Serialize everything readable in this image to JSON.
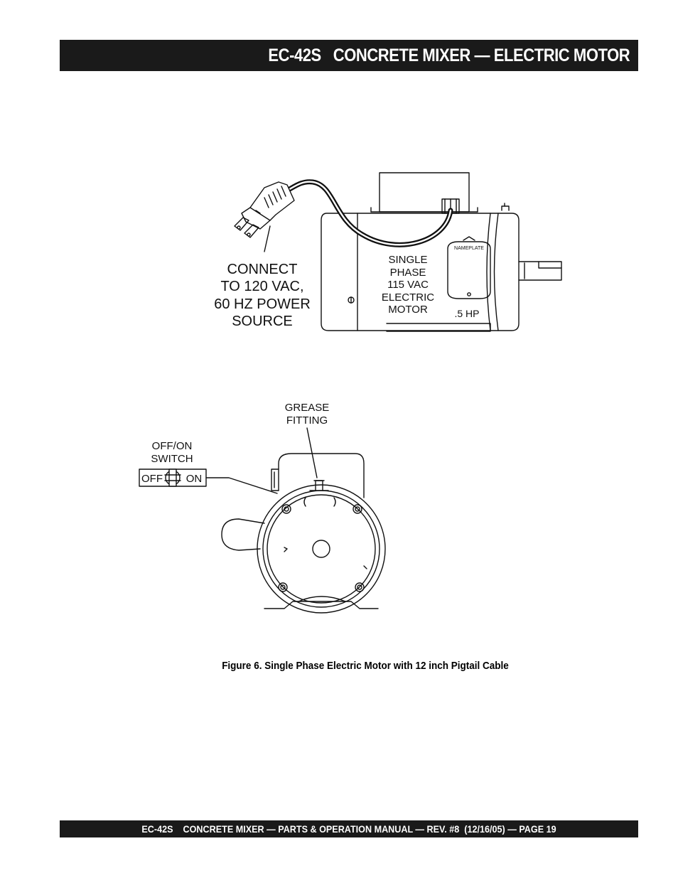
{
  "header": {
    "title": "EC-42S   CONCRETE MIXER — ELECTRIC MOTOR"
  },
  "figure_top": {
    "connect_label": [
      "CONNECT",
      "TO 120 VAC,",
      "60 HZ POWER",
      "SOURCE"
    ],
    "motor_label": [
      "SINGLE",
      "PHASE",
      "115 VAC",
      "ELECTRIC",
      "MOTOR"
    ],
    "nameplate": "NAMEPLATE",
    "hp": ".5 HP"
  },
  "figure_bottom": {
    "grease_label": [
      "GREASE",
      "FITTING"
    ],
    "switch_label": [
      "OFF/ON",
      "SWITCH"
    ],
    "off": "OFF",
    "on": "ON"
  },
  "caption": "Figure 6. Single Phase Electric Motor with 12 inch Pigtail Cable",
  "footer": {
    "text": "EC-42S    CONCRETE MIXER — PARTS & OPERATION MANUAL — REV. #8  (12/16/05) — PAGE 19"
  }
}
